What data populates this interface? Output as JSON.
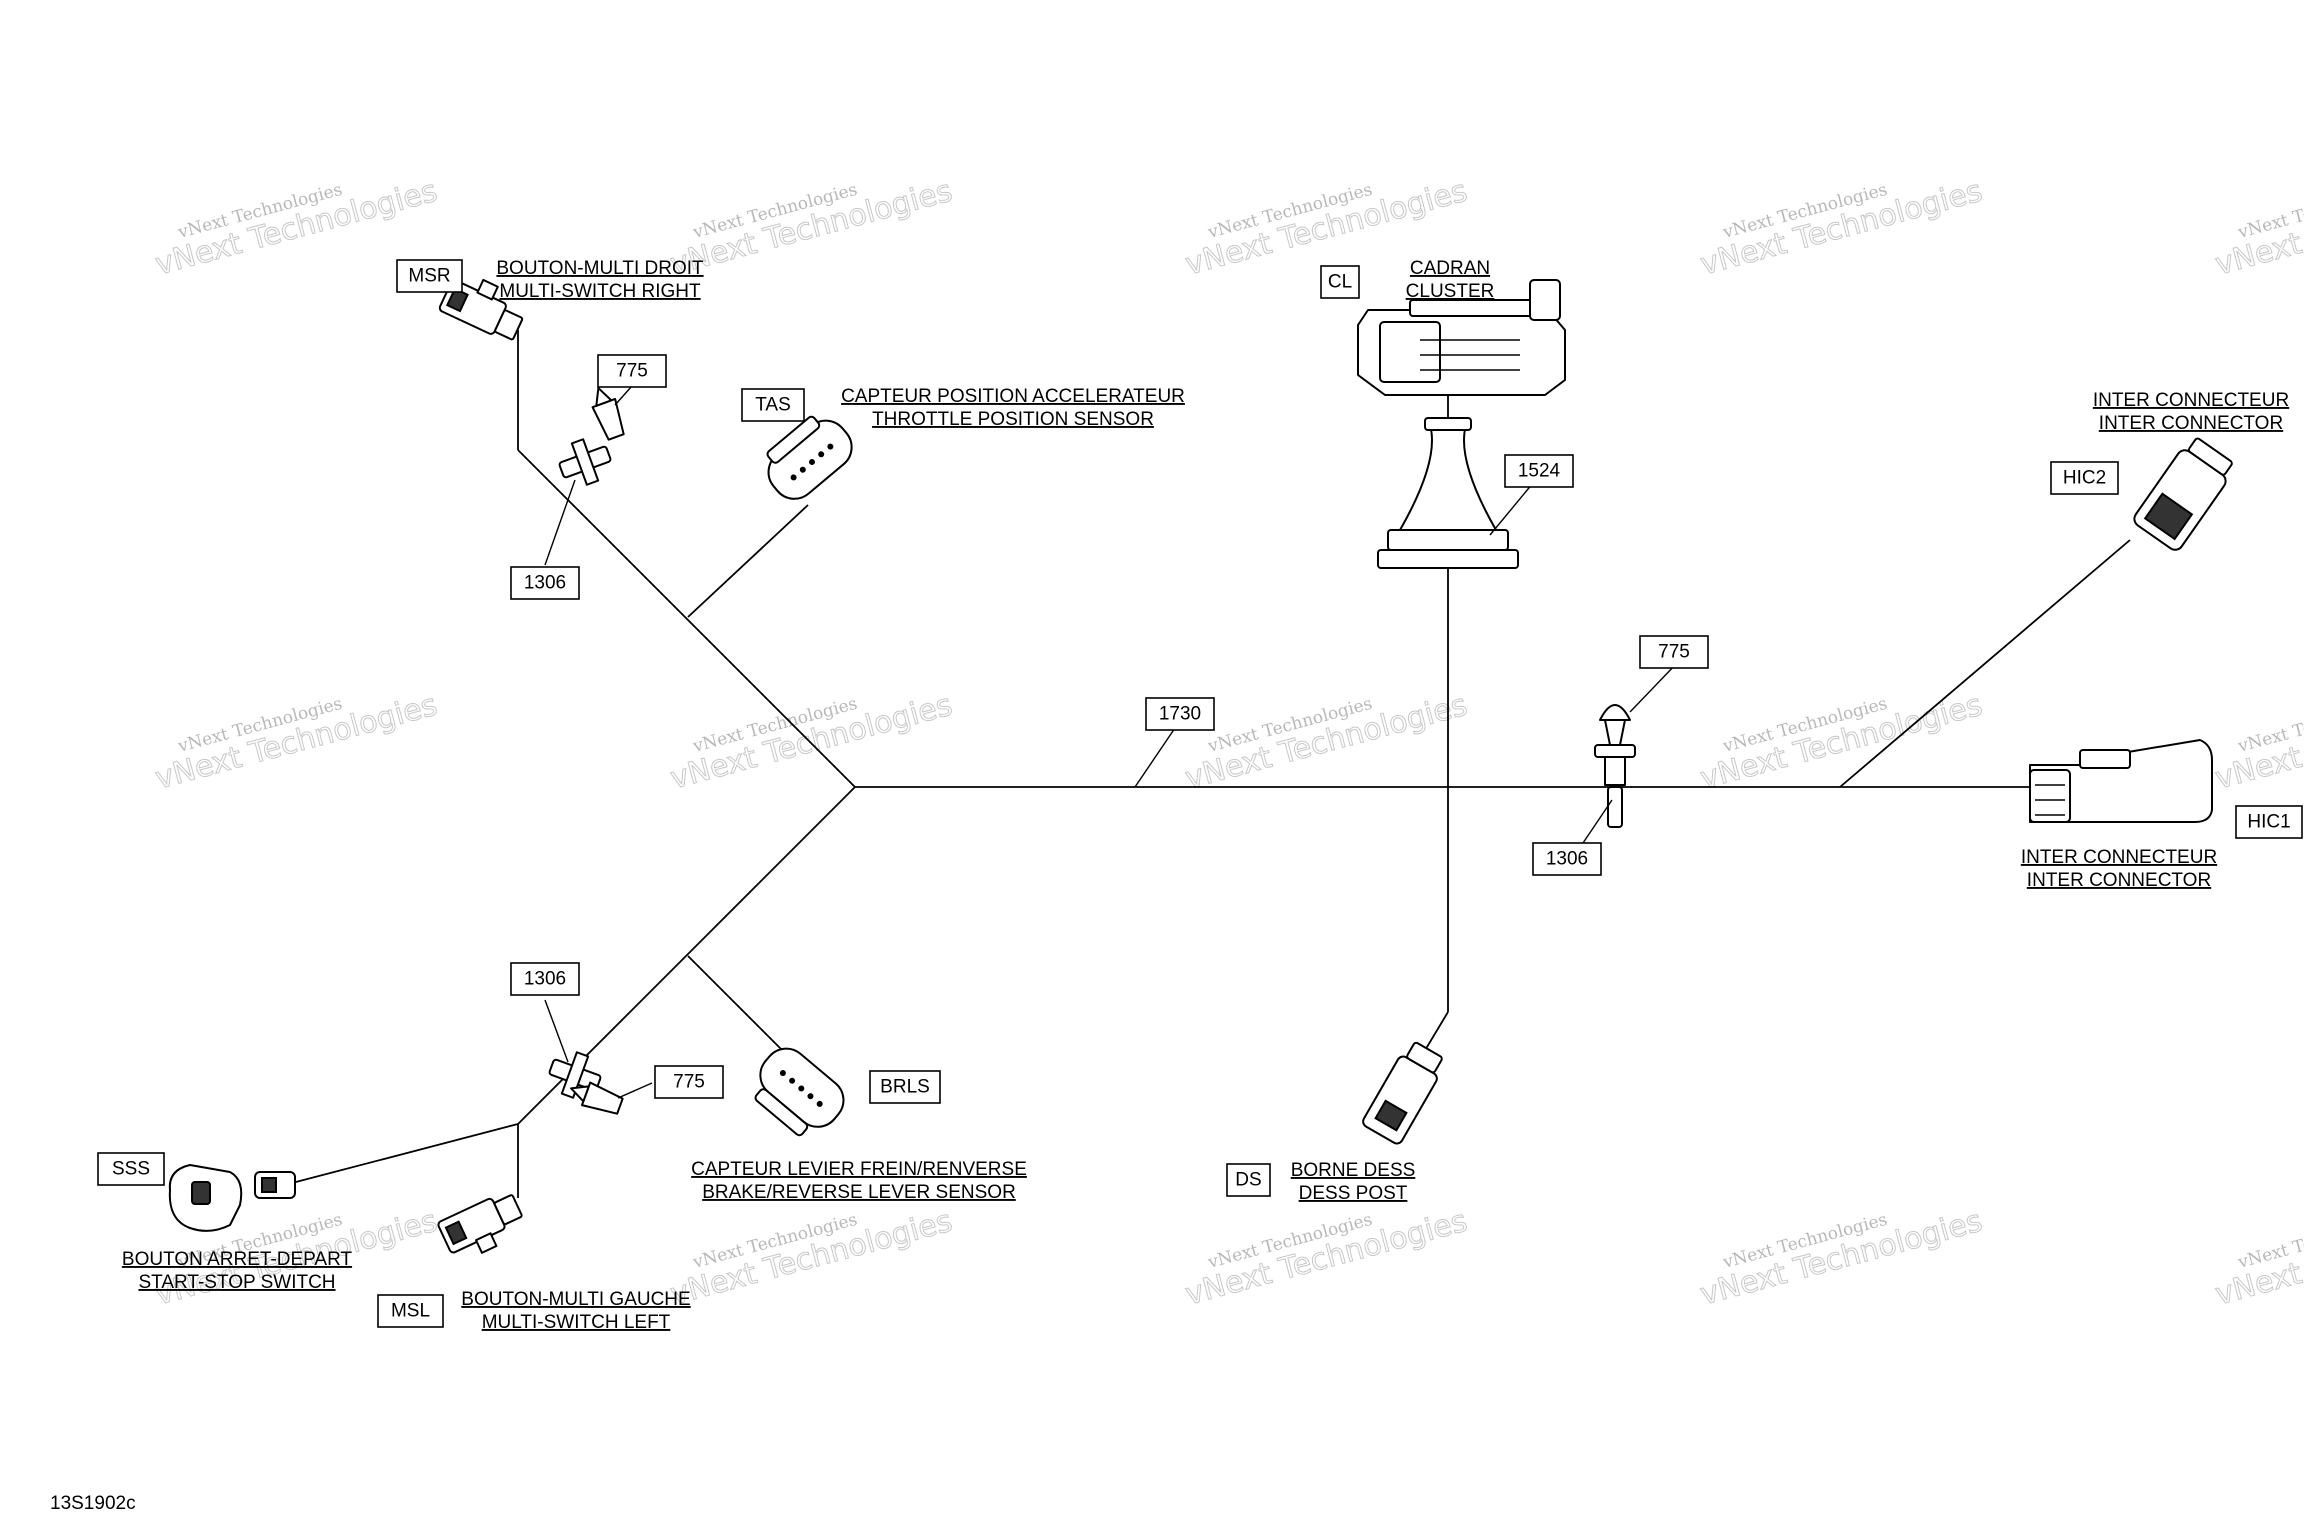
{
  "drawing_id": "13S1902c",
  "watermark": {
    "line1": "vNext Technologies",
    "line2": "vNext Technologies"
  },
  "connectors": {
    "msr": {
      "code": "MSR",
      "label_fr": "BOUTON-MULTI DROIT",
      "label_en": "MULTI-SWITCH RIGHT"
    },
    "tas": {
      "code": "TAS",
      "label_fr": "CAPTEUR POSITION ACCELERATEUR",
      "label_en": "THROTTLE POSITION SENSOR"
    },
    "cl": {
      "code": "CL",
      "label_fr": "CADRAN",
      "label_en": "CLUSTER"
    },
    "hic2": {
      "code": "HIC2",
      "label_fr": "INTER CONNECTEUR",
      "label_en": "INTER CONNECTOR"
    },
    "hic1": {
      "code": "HIC1",
      "label_fr": "INTER CONNECTEUR",
      "label_en": "INTER CONNECTOR"
    },
    "brls": {
      "code": "BRLS",
      "label_fr": "CAPTEUR LEVIER FREIN/RENVERSE",
      "label_en": "BRAKE/REVERSE LEVER SENSOR"
    },
    "ds": {
      "code": "DS",
      "label_fr": "BORNE DESS",
      "label_en": "DESS POST"
    },
    "sss": {
      "code": "SSS",
      "label_fr": "BOUTON ARRET-DEPART",
      "label_en": "START-STOP SWITCH"
    },
    "msl": {
      "code": "MSL",
      "label_fr": "BOUTON-MULTI GAUCHE",
      "label_en": "MULTI-SWITCH LEFT"
    }
  },
  "part_numbers": {
    "p775_upper": "775",
    "p1306_upper": "1306",
    "p1524": "1524",
    "p1730": "1730",
    "p775_right": "775",
    "p1306_right": "1306",
    "p1306_lower": "1306",
    "p775_lower": "775"
  }
}
